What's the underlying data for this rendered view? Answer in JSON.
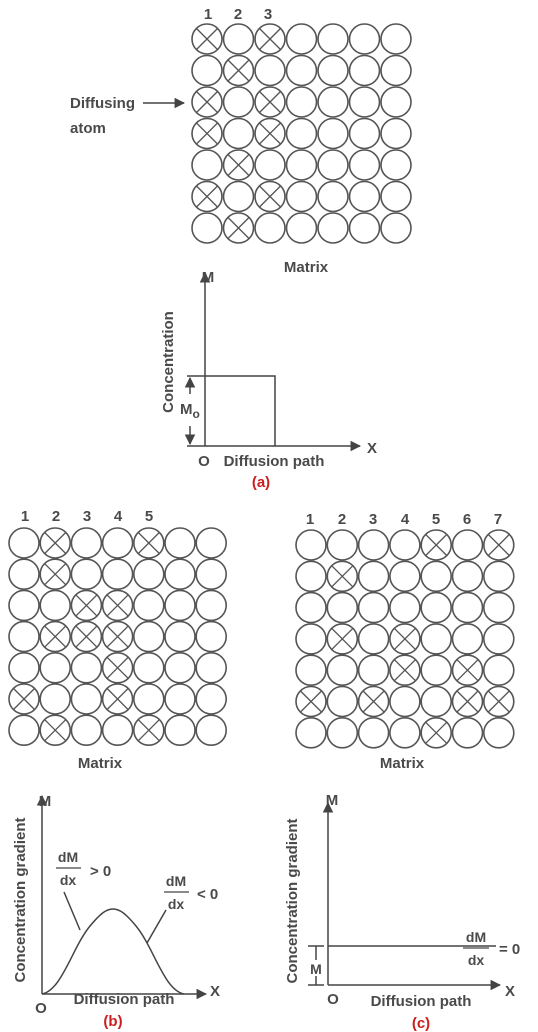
{
  "panel_a": {
    "column_numbers": [
      "1",
      "2",
      "3"
    ],
    "diffusing_label_line1": "Diffusing",
    "diffusing_label_line2": "atom",
    "matrix_label": "Matrix",
    "grid": {
      "cols": 7,
      "rows": 7,
      "crossed": [
        [
          0,
          0
        ],
        [
          0,
          2
        ],
        [
          1,
          1
        ],
        [
          2,
          0
        ],
        [
          2,
          2
        ],
        [
          3,
          0
        ],
        [
          3,
          2
        ],
        [
          4,
          1
        ],
        [
          5,
          0
        ],
        [
          5,
          2
        ],
        [
          6,
          1
        ]
      ]
    },
    "graph": {
      "axis_top": "M",
      "axis_right": "X",
      "origin": "O",
      "ylabel": "Concentration",
      "xlabel": "Diffusion path",
      "level_label": "M",
      "level_subscript": "o"
    },
    "caption": "(a)"
  },
  "panel_b": {
    "column_numbers": [
      "1",
      "2",
      "3",
      "4",
      "5"
    ],
    "matrix_label": "Matrix",
    "grid": {
      "cols": 7,
      "rows": 7,
      "crossed": [
        [
          0,
          1
        ],
        [
          0,
          4
        ],
        [
          1,
          1
        ],
        [
          2,
          2
        ],
        [
          2,
          3
        ],
        [
          3,
          1
        ],
        [
          3,
          2
        ],
        [
          3,
          3
        ],
        [
          4,
          3
        ],
        [
          5,
          0
        ],
        [
          5,
          3
        ],
        [
          6,
          1
        ],
        [
          6,
          4
        ]
      ]
    },
    "graph": {
      "axis_top": "M",
      "axis_right": "X",
      "origin": "O",
      "ylabel": "Concentration gradient",
      "xlabel": "Diffusion path",
      "left_fraction_num": "dM",
      "left_fraction_den": "dx",
      "left_relation": "> 0",
      "right_fraction_num": "dM",
      "right_fraction_den": "dx",
      "right_relation": "< 0"
    },
    "caption": "(b)"
  },
  "panel_c": {
    "column_numbers": [
      "1",
      "2",
      "3",
      "4",
      "5",
      "6",
      "7"
    ],
    "matrix_label": "Matrix",
    "grid": {
      "cols": 7,
      "rows": 7,
      "crossed": [
        [
          0,
          4
        ],
        [
          0,
          6
        ],
        [
          1,
          1
        ],
        [
          3,
          1
        ],
        [
          3,
          3
        ],
        [
          4,
          3
        ],
        [
          4,
          5
        ],
        [
          5,
          0
        ],
        [
          5,
          2
        ],
        [
          5,
          5
        ],
        [
          5,
          6
        ],
        [
          6,
          4
        ]
      ]
    },
    "graph": {
      "axis_top": "M",
      "axis_right": "X",
      "origin": "O",
      "ylabel": "Concentration gradient",
      "xlabel": "Diffusion path",
      "level_label": "M",
      "fraction_num": "dM",
      "fraction_den": "dx",
      "relation": "= 0"
    },
    "caption": "(c)"
  }
}
